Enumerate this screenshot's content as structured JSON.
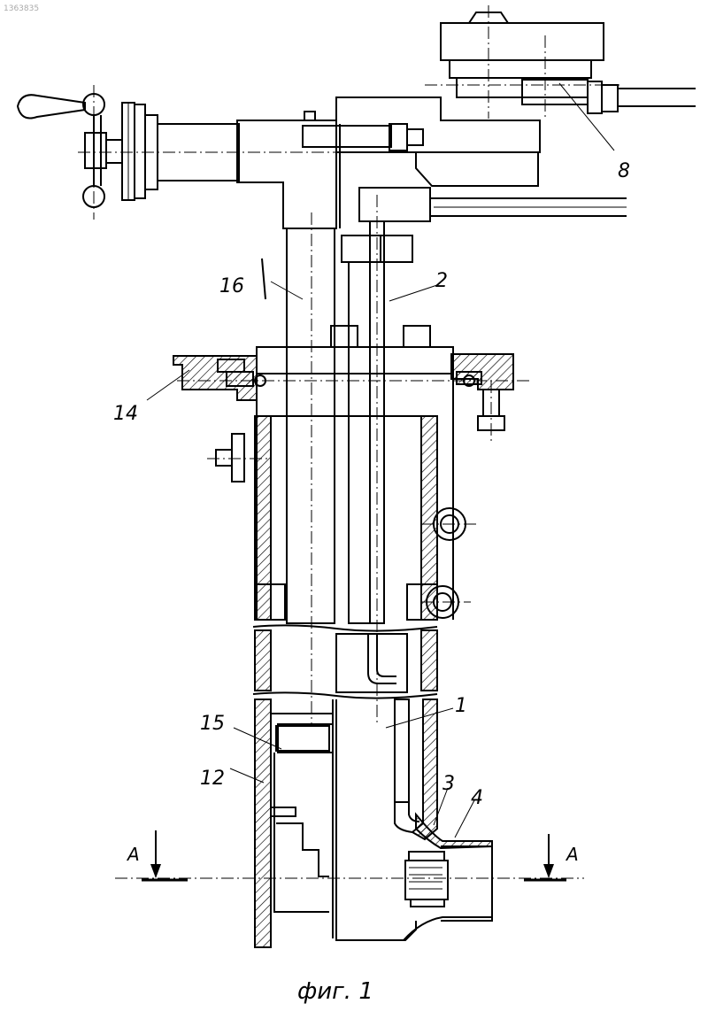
{
  "drawing": {
    "doc_number": "1363835",
    "caption": "фиг. 1",
    "section_label": "А",
    "callouts": [
      {
        "id": "8",
        "label": "8"
      },
      {
        "id": "16",
        "label": "16"
      },
      {
        "id": "2",
        "label": "2"
      },
      {
        "id": "14",
        "label": "14"
      },
      {
        "id": "1",
        "label": "1"
      },
      {
        "id": "15",
        "label": "15"
      },
      {
        "id": "12",
        "label": "12"
      },
      {
        "id": "3",
        "label": "3"
      },
      {
        "id": "4",
        "label": "4"
      }
    ]
  }
}
